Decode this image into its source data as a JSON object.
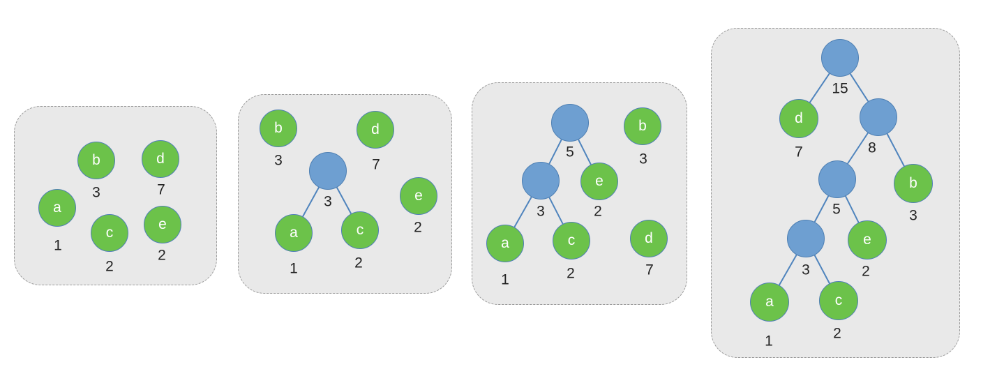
{
  "colors": {
    "leaf": "#6cc24a",
    "internal": "#6e9fd1",
    "edge": "#4f84bd",
    "panel": "#e9e9e9"
  },
  "steps": [
    {
      "leaves": [
        {
          "symbol": "a",
          "weight": "1"
        },
        {
          "symbol": "b",
          "weight": "3"
        },
        {
          "symbol": "c",
          "weight": "2"
        },
        {
          "symbol": "d",
          "weight": "7"
        },
        {
          "symbol": "e",
          "weight": "2"
        }
      ],
      "internals": []
    },
    {
      "leaves": [
        {
          "symbol": "b",
          "weight": "3"
        },
        {
          "symbol": "d",
          "weight": "7"
        },
        {
          "symbol": "e",
          "weight": "2"
        },
        {
          "symbol": "a",
          "weight": "1"
        },
        {
          "symbol": "c",
          "weight": "2"
        }
      ],
      "internals": [
        {
          "weight": "3"
        }
      ]
    },
    {
      "leaves": [
        {
          "symbol": "b",
          "weight": "3"
        },
        {
          "symbol": "e",
          "weight": "2"
        },
        {
          "symbol": "a",
          "weight": "1"
        },
        {
          "symbol": "c",
          "weight": "2"
        },
        {
          "symbol": "d",
          "weight": "7"
        }
      ],
      "internals": [
        {
          "weight": "5"
        },
        {
          "weight": "3"
        }
      ]
    },
    {
      "leaves": [
        {
          "symbol": "d",
          "weight": "7"
        },
        {
          "symbol": "b",
          "weight": "3"
        },
        {
          "symbol": "e",
          "weight": "2"
        },
        {
          "symbol": "a",
          "weight": "1"
        },
        {
          "symbol": "c",
          "weight": "2"
        }
      ],
      "internals": [
        {
          "weight": "15"
        },
        {
          "weight": "8"
        },
        {
          "weight": "5"
        },
        {
          "weight": "3"
        }
      ]
    }
  ]
}
